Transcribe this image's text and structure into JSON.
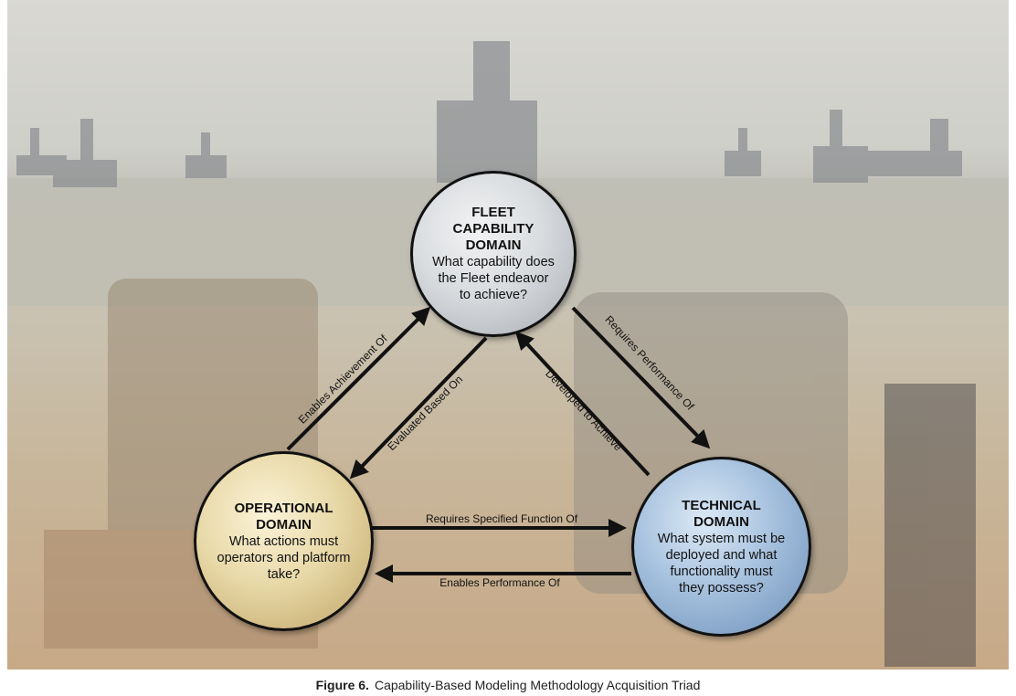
{
  "nodes": {
    "fleet": {
      "title": "FLEET\nCAPABILITY\nDOMAIN",
      "question": "What capability does\nthe Fleet endeavor\nto achieve?"
    },
    "operational": {
      "title": "OPERATIONAL\nDOMAIN",
      "question": "What actions must\noperators and platform\ntake?"
    },
    "technical": {
      "title": "TECHNICAL\nDOMAIN",
      "question": "What system must be\ndeployed and what\nfunctionality must\nthey possess?"
    }
  },
  "edges": {
    "enables_achievement": "Enables Achievement Of",
    "evaluated_based": "Evaluated Based On",
    "developed_to_achieve": "Developed to Achieve",
    "requires_performance": "Requires Performance Of",
    "requires_function": "Requires Specified Function Of",
    "enables_performance": "Enables Performance Of"
  },
  "caption": {
    "label": "Figure 6.",
    "text": "Capability-Based Modeling Methodology Acquisition Triad"
  },
  "colors": {
    "fleet_node": "#c9cdd1",
    "operational_node": "#e0cd95",
    "technical_node": "#8fb0d3",
    "arrow": "#111111"
  }
}
